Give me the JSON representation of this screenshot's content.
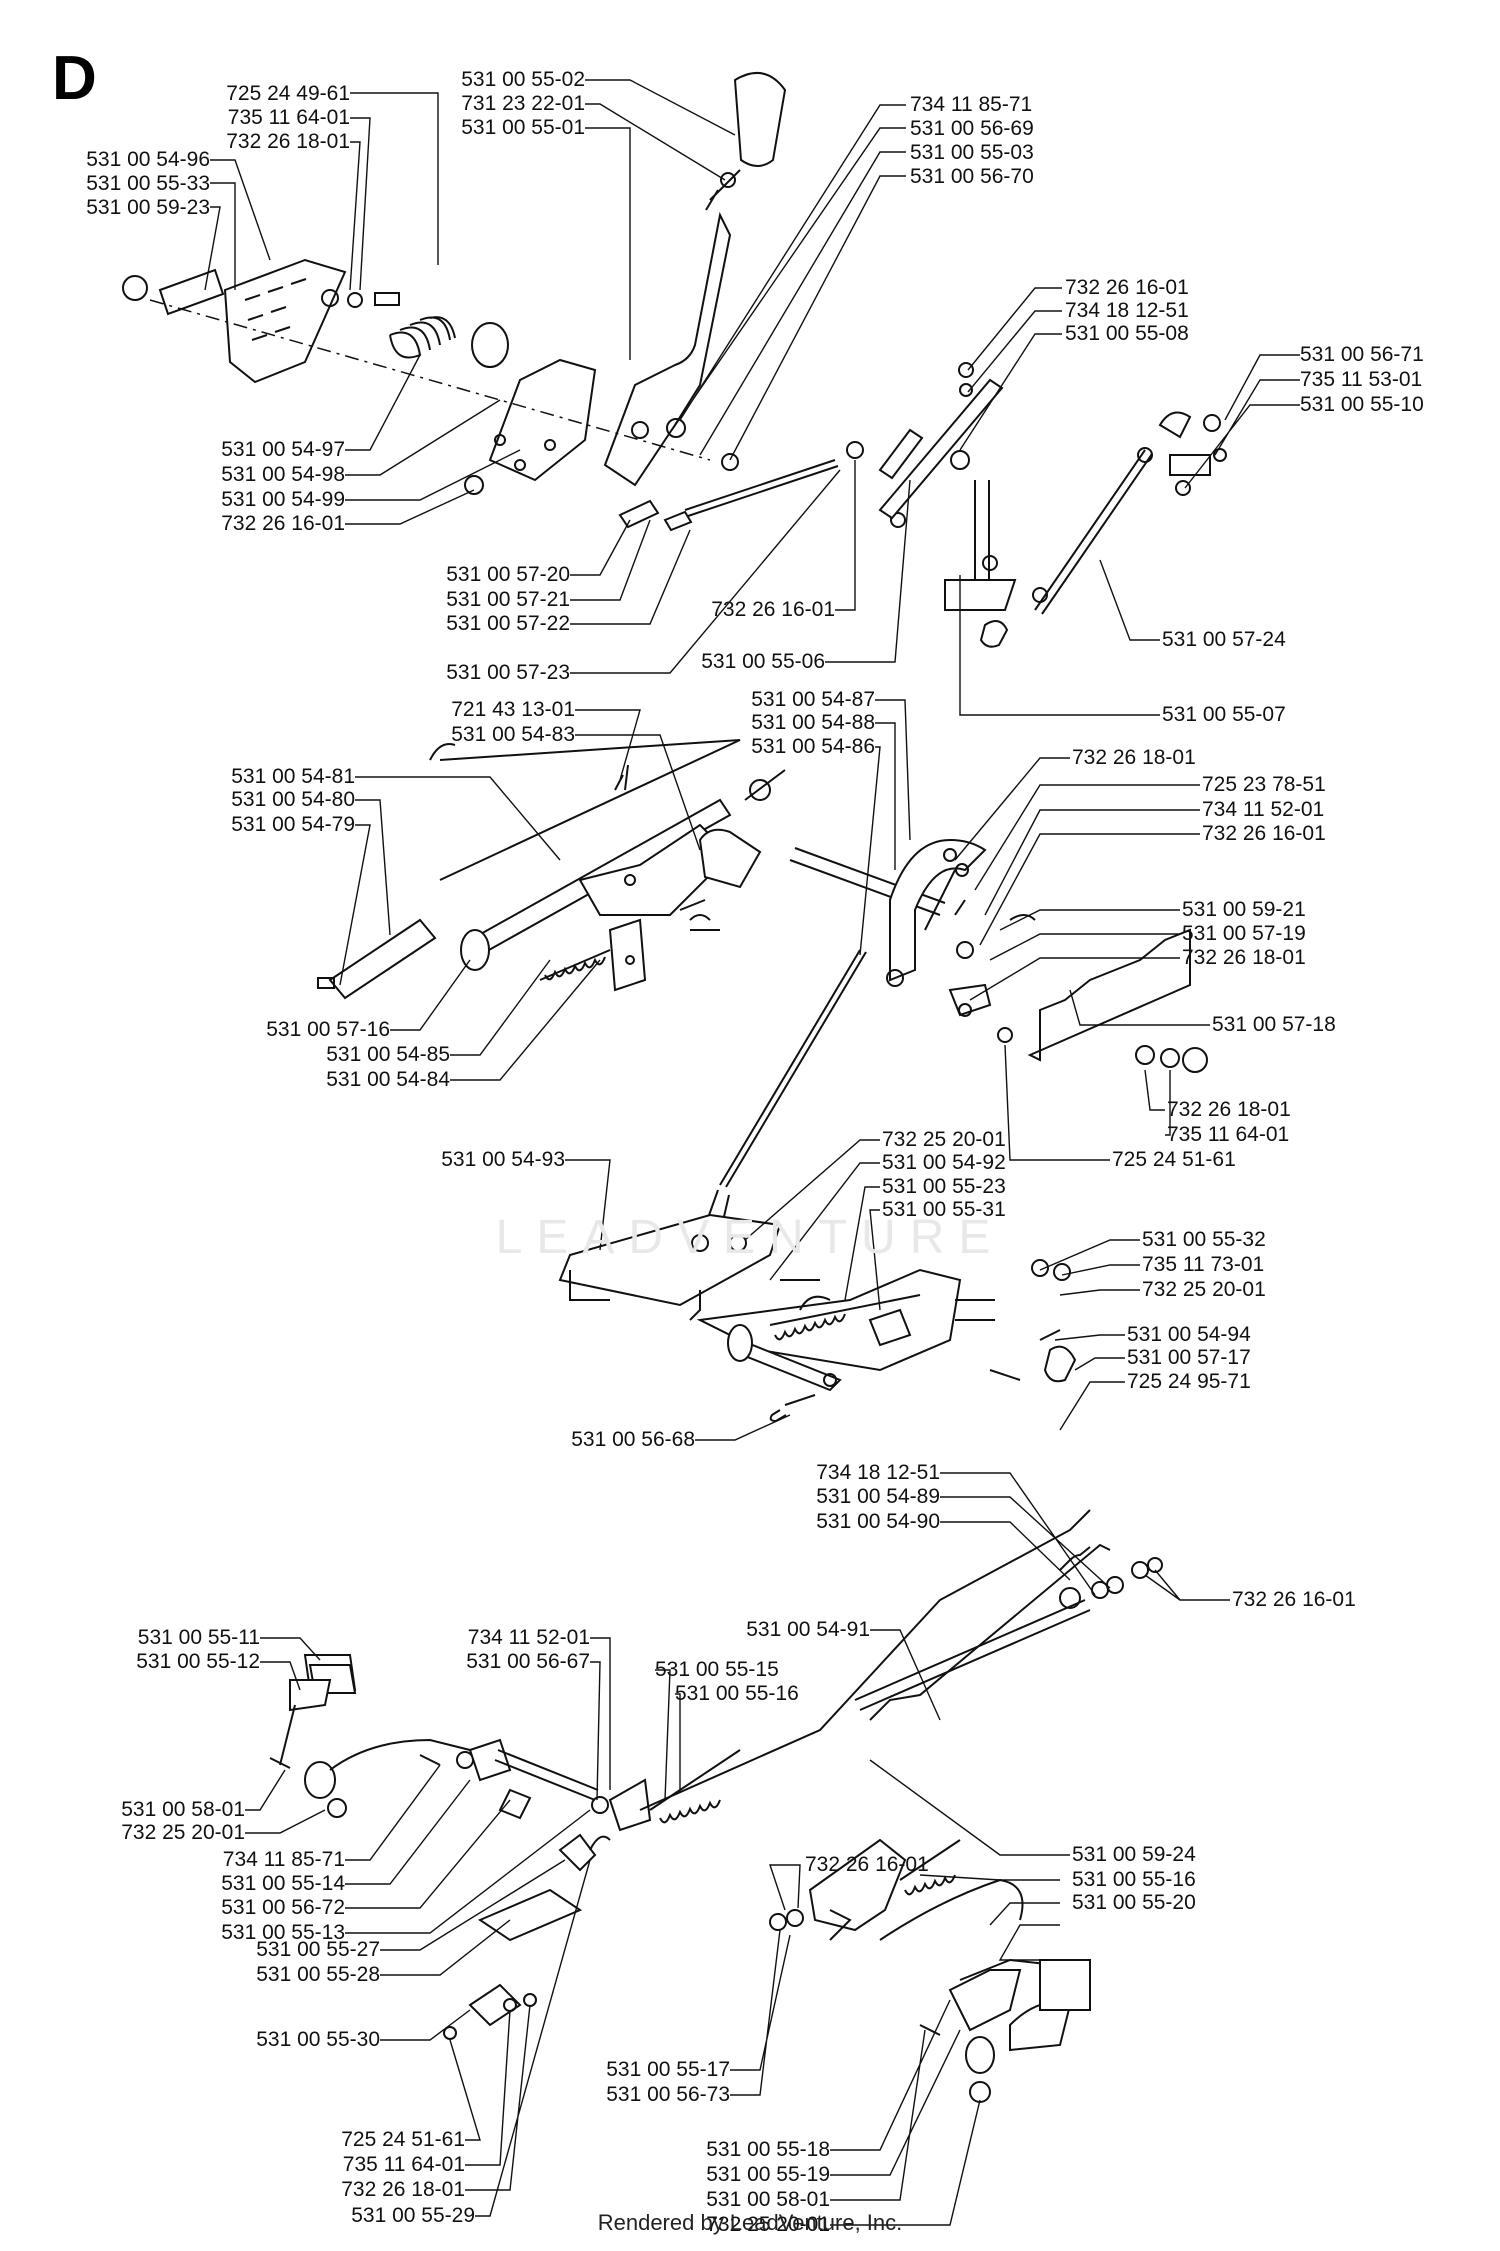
{
  "section": "D",
  "watermark": "LEADVENTURE",
  "footer": "Rendered by LeadVenture, Inc.",
  "callouts": {
    "a1": "725 24 49-61",
    "a2": "735 11 64-01",
    "a3": "732 26 18-01",
    "a4": "531 00 54-96",
    "a5": "531 00 55-33",
    "a6": "531 00 59-23",
    "a7": "531 00 55-02",
    "a8": "731 23 22-01",
    "a9": "531 00 55-01",
    "a10": "734 11 85-71",
    "a11": "531 00 56-69",
    "a12": "531 00 55-03",
    "a13": "531 00 56-70",
    "a14": "531 00 54-97",
    "a15": "531 00 54-98",
    "a16": "531 00 54-99",
    "a17": "732 26 16-01",
    "a18": "531 00 57-20",
    "a19": "531 00 57-21",
    "a20": "531 00 57-22",
    "a21": "531 00 57-23",
    "a22": "732 26 16-01",
    "a23": "531 00 55-06",
    "a24": "732 26 16-01",
    "a25": "734 18 12-51",
    "a26": "531 00 55-08",
    "a27": "531 00 56-71",
    "a28": "735 11 53-01",
    "a29": "531 00 55-10",
    "a30": "531 00 57-24",
    "a31": "531 00 55-07",
    "b1": "721 43 13-01",
    "b2": "531 00 54-83",
    "b3": "531 00 54-87",
    "b4": "531 00 54-88",
    "b5": "531 00 54-86",
    "b6": "531 00 54-81",
    "b7": "531 00 54-80",
    "b8": "531 00 54-79",
    "b9": "732 26 18-01",
    "b10": "725 23 78-51",
    "b11": "734 11 52-01",
    "b12": "732 26 16-01",
    "b13": "531 00 59-21",
    "b14": "531 00 57-19",
    "b15": "732 26 18-01",
    "b16": "531 00 57-18",
    "b17": "531 00 57-16",
    "b18": "531 00 54-85",
    "b19": "531 00 54-84",
    "b20": "732 26 18-01",
    "b21": "735 11 64-01",
    "b22": "725 24 51-61",
    "c1": "531 00 54-93",
    "c2": "732 25 20-01",
    "c3": "531 00 54-92",
    "c4": "531 00 55-23",
    "c5": "531 00 55-31",
    "c6": "531 00 55-32",
    "c7": "735 11 73-01",
    "c8": "732 25 20-01",
    "c9": "531 00 54-94",
    "c10": "531 00 57-17",
    "c11": "725 24 95-71",
    "c12": "531 00 56-68",
    "d1": "734 18 12-51",
    "d2": "531 00 54-89",
    "d3": "531 00 54-90",
    "d4": "732 26 16-01",
    "d5": "734 11 52-01",
    "d6": "531 00 56-67",
    "d7": "531 00 54-91",
    "d8": "531 00 55-15",
    "d9": "531 00 55-16",
    "d10": "531 00 55-11",
    "d11": "531 00 55-12",
    "d12": "531 00 58-01",
    "d13": "732 25 20-01",
    "d14": "734 11 85-71",
    "d15": "531 00 55-14",
    "d16": "531 00 56-72",
    "d17": "531 00 55-13",
    "d18": "732 26 16-01",
    "d19": "531 00 59-24",
    "d20": "531 00 55-16",
    "d21": "531 00 55-20",
    "d22": "531 00 55-27",
    "d23": "531 00 55-28",
    "d24": "531 00 55-30",
    "d25": "531 00 55-17",
    "d26": "531 00 56-73",
    "d27": "725 24 51-61",
    "d28": "735 11 64-01",
    "d29": "732 26 18-01",
    "d30": "531 00 55-29",
    "d31": "531 00 55-18",
    "d32": "531 00 55-19",
    "d33": "531 00 58-01",
    "d34": "732 25 20-01"
  }
}
